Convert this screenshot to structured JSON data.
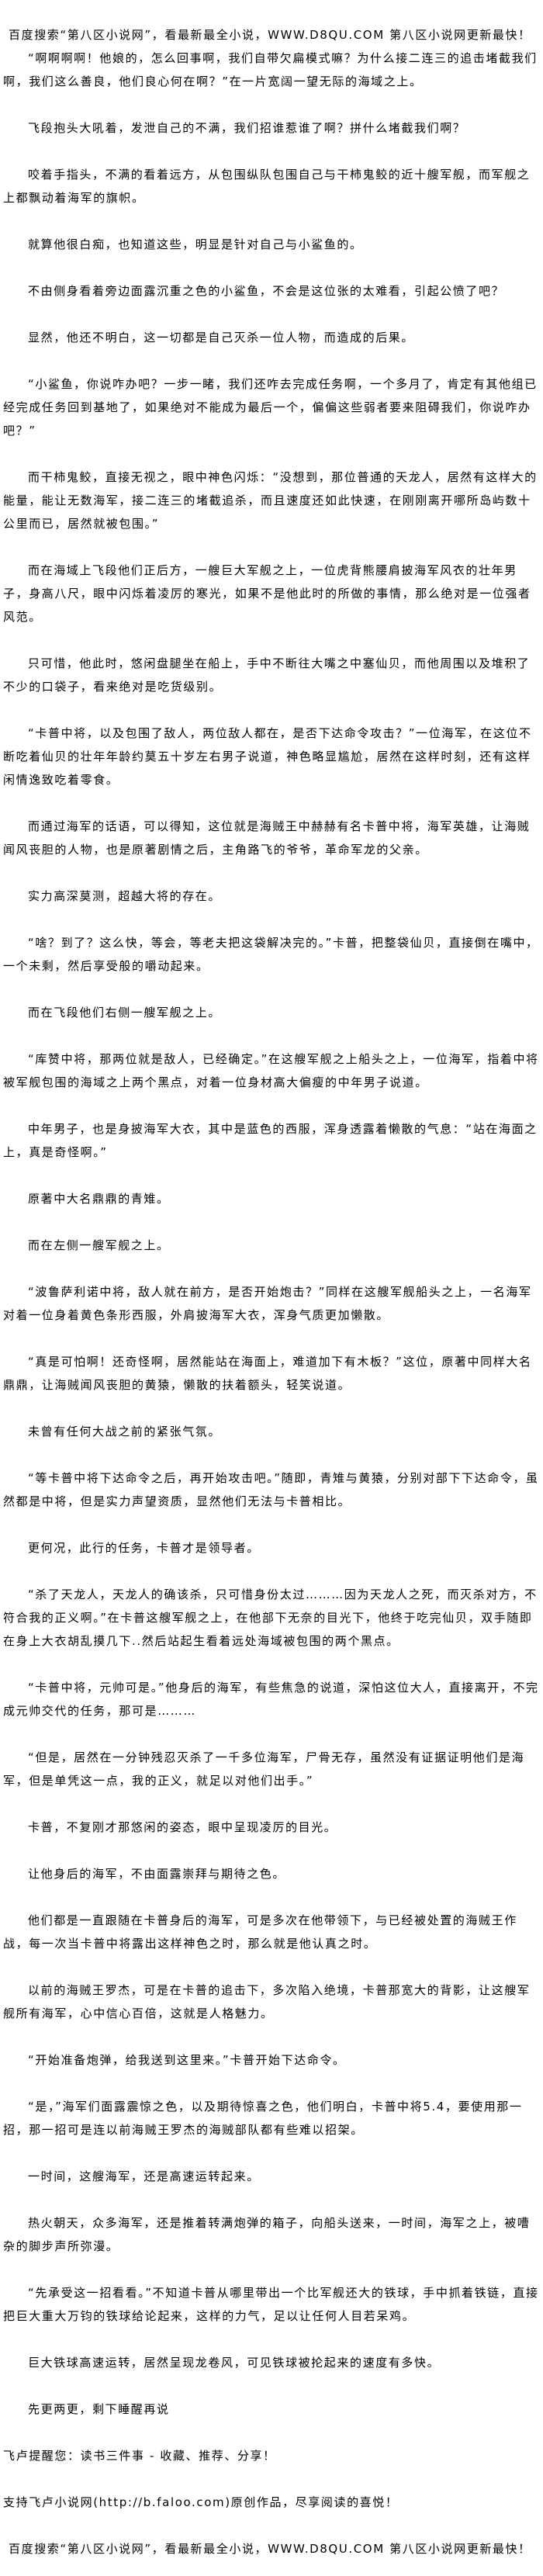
{
  "banner": "百度搜索“第八区小说网”，看最新最全小说，WWW.D8QU.COM   第八区小说网更新最快！",
  "paragraphs": [
    "“啊啊啊啊！他娘的，怎么回事啊，我们自带欠扁模式嘛？为什么接二连三的追击堵截我们啊，我们这么善良，他们良心何在啊？”在一片宽阔一望无际的海域之上。",
    "飞段抱头大吼着，发泄自己的不满，我们招谁惹谁了啊？拼什么堵截我们啊？",
    "咬着手指头，不满的看着远方，从包围纵队包围自己与干柿鬼鲛的近十艘军舰，而军舰之上都飘动着海军的旗帜。",
    "就算他很白痴，也知道这些，明显是针对自己与小鲨鱼的。",
    "不由侧身看着旁边面露沉重之色的小鲨鱼，不会是这位张的太难看，引起公愤了吧？",
    "显然，他还不明白，这一切都是自己灭杀一位人物，而造成的后果。",
    "“小鲨鱼，你说咋办吧？一步一睹，我们还咋去完成任务啊，一个多月了，肯定有其他组已经完成任务回到基地了，如果绝对不能成为最后一个，偏偏这些弱者要来阻碍我们，你说咋办吧？”",
    "而干柿鬼鲛，直接无视之，眼中神色闪烁：“没想到，那位普通的天龙人，居然有这样大的能量，能让无数海军，接二连三的堵截追杀，而且速度还如此快速，在刚刚离开哪所岛屿数十公里而已，居然就被包围。”",
    "而在海域上飞段他们正后方，一艘巨大军舰之上，一位虎背熊腰肩披海军风衣的壮年男子，身高八尺，眼中闪烁着凌厉的寒光，如果不是他此时的所做的事情，那么绝对是一位强者风范。",
    "只可惜，他此时，悠闲盘腿坐在船上，手中不断往大嘴之中塞仙贝，而他周围以及堆积了不少的口袋子，看来绝对是吃货级别。",
    "“卡普中将，以及包围了敌人，两位敌人都在，是否下达命令攻击？”一位海军，在这位不断吃着仙贝的壮年年龄约莫五十岁左右男子说道，神色略显尴尬，居然在这样时刻，还有这样闲情逸致吃着零食。",
    "而通过海军的话语，可以得知，这位就是海贼王中赫赫有名卡普中将，海军英雄，让海贼闻风丧胆的人物，也是原著剧情之后，主角路飞的爷爷，革命军龙的父亲。",
    "实力高深莫测，超越大将的存在。",
    "“啥？到了？这么快，等会，等老夫把这袋解决完的。”卡普，把整袋仙贝，直接倒在嘴中，一个未剩，然后享受般的嚼动起来。",
    "而在飞段他们右侧一艘军舰之上。",
    "“库赞中将，那两位就是敌人，已经确定。”在这艘军舰之上船头之上，一位海军，指着中将被军舰包围的海域之上两个黑点，对着一位身材高大偏瘦的中年男子说道。",
    "中年男子，也是身披海军大衣，其中是蓝色的西服，浑身透露着懒散的气息：“站在海面之上，真是奇怪啊。”",
    "原著中大名鼎鼎的青雉。",
    "而在左侧一艘军舰之上。",
    "“波鲁萨利诺中将，敌人就在前方，是否开始炮击？”同样在这艘军舰船头之上，一名海军对着一位身着黄色条形西服，外肩披海军大衣，浑身气质更加懒散。",
    "“真是可怕啊！还奇怪啊，居然能站在海面上，难道加下有木板？”这位，原著中同样大名鼎鼎，让海贼闻风丧胆的黄猿，懒散的扶着额头，轻笑说道。",
    "未曾有任何大战之前的紧张气氛。",
    "“等卡普中将下达命令之后，再开始攻击吧。”随即，青雉与黄猿，分别对部下下达命令，虽然都是中将，但是实力声望资质，显然他们无法与卡普相比。",
    "更何况，此行的任务，卡普才是领导者。",
    "“杀了天龙人，天龙人的确该杀，只可惜身份太过………因为天龙人之死，而灭杀对方，不符合我的正义啊。”在卡普这艘军舰之上，在他部下无奈的目光下，他终于吃完仙贝，双手随即在身上大衣胡乱摸几下..然后站起生看着远处海域被包围的两个黑点。",
    "“卡普中将，元帅可是。”他身后的海军，有些焦急的说道，深怕这位大人，直接离开，不完成元帅交代的任务，那可是………",
    "“但是，居然在一分钟残忍灭杀了一千多位海军，尸骨无存，虽然没有证据证明他们是海军，但是单凭这一点，我的正义，就足以对他们出手。”",
    "卡普，不复刚才那悠闲的姿态，眼中呈现凌厉的目光。",
    "让他身后的海军，不由面露崇拜与期待之色。",
    "他们都是一直跟随在卡普身后的海军，可是多次在他带领下，与已经被处置的海贼王作战，每一次当卡普中将露出这样神色之时，那么就是他认真之时。",
    "以前的海贼王罗杰，可是在卡普的追击下，多次陷入绝境，卡普那宽大的背影，让这艘军舰所有海军，心中信心百倍，这就是人格魅力。",
    "“开始准备炮弹，给我送到这里来。”卡普开始下达命令。",
    "“是，”海军们面露震惊之色，以及期待惊喜之色，他们明白，卡普中将5.4，要使用那一招，那一招可是连以前海贼王罗杰的海贼部队都有些难以招架。",
    "一时间，这艘海军，还是高速运转起来。",
    "热火朝天，众多海军，还是推着转满炮弹的箱子，向船头送来，一时间，海军之上，被嘈杂的脚步声所弥漫。",
    "“先承受这一招看看。”不知道卡普从哪里带出一个比军舰还大的铁球，手中抓着铁链，直接把巨大重大万钧的铁球给论起来，这样的力气，足以让任何人目若呆鸡。",
    "巨大铁球高速运转，居然呈现龙卷风，可见铁球被抡起来的速度有多快。",
    "先更两更，剩下睡醒再说"
  ],
  "footer": {
    "reminder": "飞卢提醒您：读书三件事 - 收藏、推荐、分享！",
    "support": "支持飞卢小说网(http://b.faloo.com)原创作品，尽享阅读的喜悦！",
    "banner": "百度搜索“第八区小说网”，看最新最全小说，WWW.D8QU.COM   第八区小说网更新最快！"
  }
}
